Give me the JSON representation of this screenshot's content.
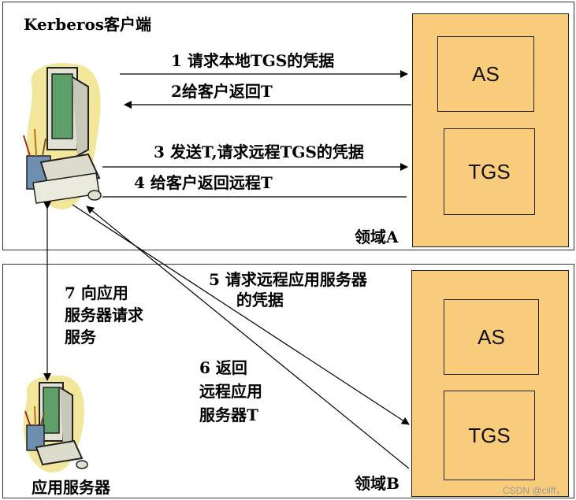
{
  "client_title": "Kerberos客户端",
  "realm_a": {
    "label": "领域A",
    "as": "AS",
    "tgs": "TGS"
  },
  "realm_b": {
    "label": "领域B",
    "as": "AS",
    "tgs": "TGS"
  },
  "server_label": "应用服务器",
  "steps": {
    "s1": "1 请求本地TGS的凭据",
    "s2": "2给客户返回T",
    "s3": "3 发送T,请求远程TGS的凭据",
    "s4": "4 给客户返回远程T",
    "s5": "5 请求远程应用服务器\n     的凭据",
    "s6": "6 返回\n远程应用\n服务器T",
    "s7": "7 向应用\n服务器请求\n服务"
  },
  "watermark": "CSDN @cliff，",
  "colors": {
    "realm_fill": "#f8cc7a"
  }
}
